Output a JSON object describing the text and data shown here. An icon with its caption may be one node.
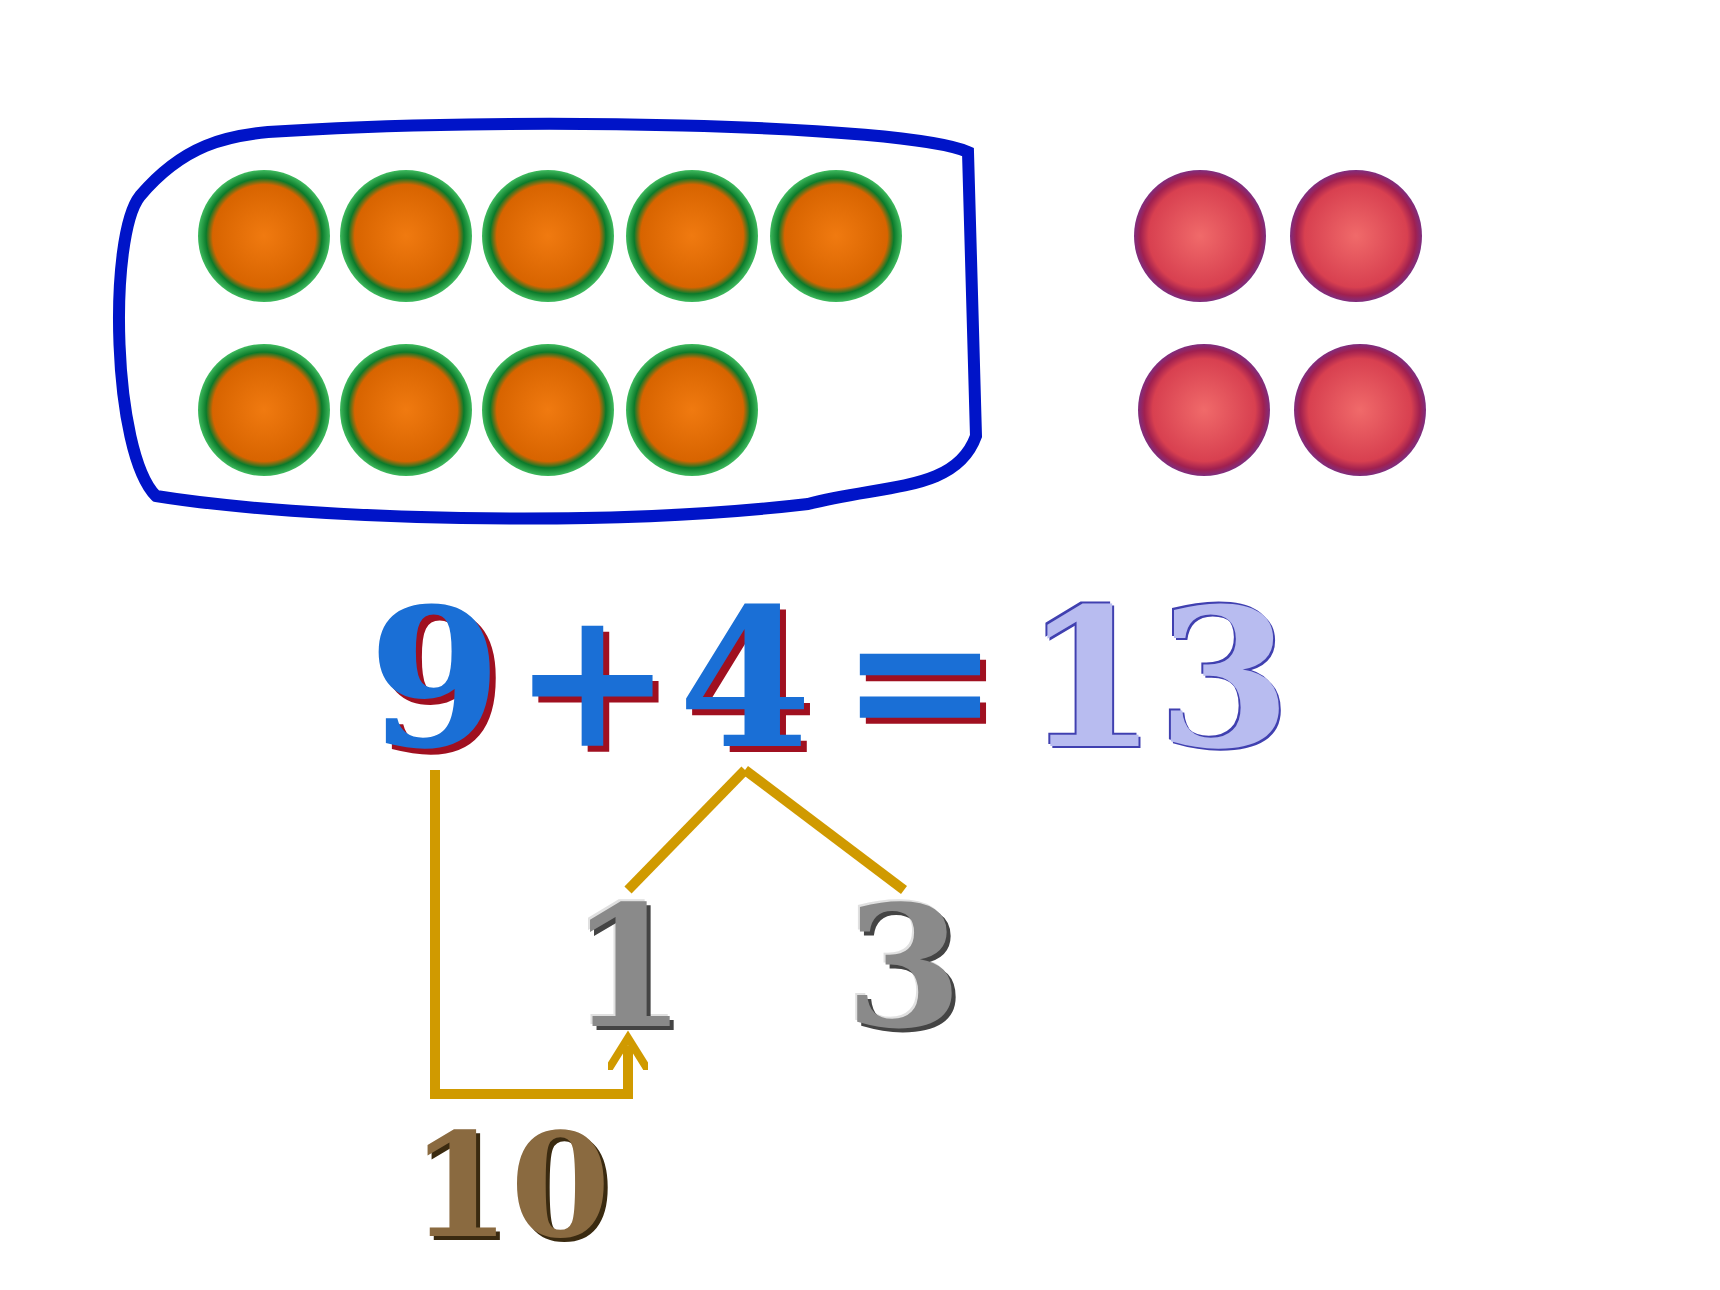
{
  "diagram": {
    "nodes": [
      {
        "text": [],
        "shape": "loop"
      },
      {
        "text": [],
        "shape": "circle",
        "in": 0
      },
      {
        "text": [],
        "shape": "circle",
        "in": 0
      },
      {
        "text": [],
        "shape": "circle",
        "in": 0
      },
      {
        "text": [],
        "shape": "circle",
        "in": 0
      },
      {
        "text": [],
        "shape": "circle",
        "in": 0
      },
      {
        "text": [],
        "shape": "circle",
        "in": 0
      },
      {
        "text": [],
        "shape": "circle",
        "in": 0
      },
      {
        "text": [],
        "shape": "circle",
        "in": 0
      },
      {
        "text": [],
        "shape": "circle",
        "in": 0
      },
      {
        "text": [],
        "shape": "circle"
      },
      {
        "text": [],
        "shape": "circle"
      },
      {
        "text": [],
        "shape": "circle"
      },
      {
        "text": [],
        "shape": "circle"
      },
      {
        "text": [
          "9"
        ]
      },
      {
        "text": [
          "4"
        ]
      },
      {
        "text": [
          "1"
        ]
      },
      {
        "text": [
          "3"
        ]
      }
    ],
    "edges": [
      {
        "from": 15,
        "to": 16,
        "arrow": "none"
      },
      {
        "from": 15,
        "to": 17,
        "arrow": "none"
      },
      {
        "from": 14,
        "to": 16,
        "arrow": "to",
        "label": "10"
      }
    ],
    "labels": [
      "+",
      "=",
      "13"
    ]
  }
}
